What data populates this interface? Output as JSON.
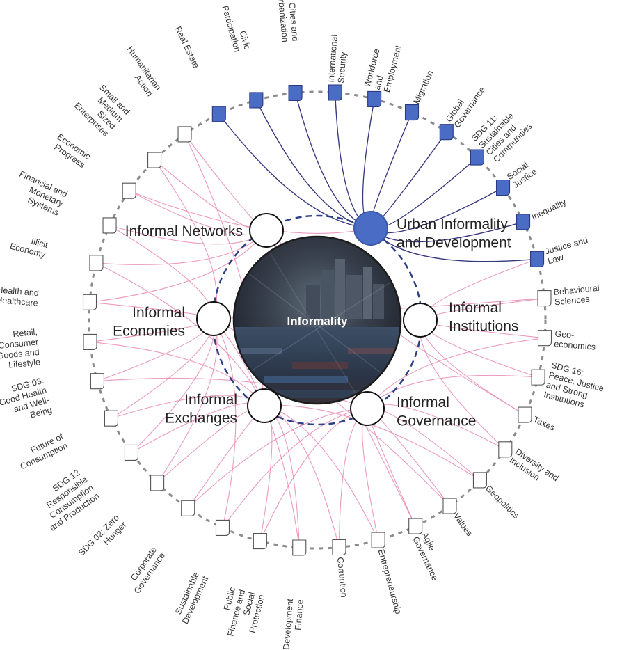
{
  "center": {
    "label": "Informality"
  },
  "colors": {
    "pink_link": "#e887b3",
    "navy_link": "#2b2e78",
    "blue_fill": "#4a6cc4",
    "ring_dash": "#8c8c8c",
    "inner_dash": "#2d3f85"
  },
  "inner_nodes": [
    {
      "id": "networks",
      "label": "Informal Networks",
      "lines": [
        "Informal Networks"
      ],
      "highlighted": false
    },
    {
      "id": "urban",
      "label": "Urban Informality and Development",
      "lines": [
        "Urban Informality",
        "and Development"
      ],
      "highlighted": true
    },
    {
      "id": "economies",
      "label": "Informal Economies",
      "lines": [
        "Informal",
        "Economies"
      ],
      "highlighted": false
    },
    {
      "id": "institutions",
      "label": "Informal Institutions",
      "lines": [
        "Informal",
        "Institutions"
      ],
      "highlighted": false
    },
    {
      "id": "exchanges",
      "label": "Informal Exchanges",
      "lines": [
        "Informal",
        "Exchanges"
      ],
      "highlighted": false
    },
    {
      "id": "governance",
      "label": "Informal Governance",
      "lines": [
        "Informal",
        "Governance"
      ],
      "highlighted": false
    }
  ],
  "outer_topics": [
    {
      "label": "Real Estate",
      "lines": [
        "Real Estate"
      ],
      "highlighted": true
    },
    {
      "label": "Civic Participation",
      "lines": [
        "Civic",
        "Participation"
      ],
      "highlighted": true
    },
    {
      "label": "Cities and Urbanization",
      "lines": [
        "Cities and",
        "Urbanization"
      ],
      "highlighted": true
    },
    {
      "label": "International Security",
      "lines": [
        "International",
        "Security"
      ],
      "highlighted": true
    },
    {
      "label": "Workforce and Employment",
      "lines": [
        "Workforce",
        "and",
        "Employment"
      ],
      "highlighted": true
    },
    {
      "label": "Migration",
      "lines": [
        "Migration"
      ],
      "highlighted": true
    },
    {
      "label": "Global Governance",
      "lines": [
        "Global",
        "Governance"
      ],
      "highlighted": true
    },
    {
      "label": "SDG 11: Sustainable Cities and Communities",
      "lines": [
        "SDG 11:",
        "Sustainable",
        "Cities and",
        "Communities"
      ],
      "highlighted": true
    },
    {
      "label": "Social Justice",
      "lines": [
        "Social",
        "Justice"
      ],
      "highlighted": true
    },
    {
      "label": "Inequality",
      "lines": [
        "Inequality"
      ],
      "highlighted": true
    },
    {
      "label": "Justice and Law",
      "lines": [
        "Justice and",
        "Law"
      ],
      "highlighted": true
    },
    {
      "label": "Behavioural Sciences",
      "lines": [
        "Behavioural",
        "Sciences"
      ],
      "highlighted": false
    },
    {
      "label": "Geo-economics",
      "lines": [
        "Geo-",
        "economics"
      ],
      "highlighted": false
    },
    {
      "label": "SDG 16: Peace, Justice and Strong Institutions",
      "lines": [
        "SDG 16:",
        "Peace, Justice",
        "and Strong",
        "Institutions"
      ],
      "highlighted": false
    },
    {
      "label": "Taxes",
      "lines": [
        "Taxes"
      ],
      "highlighted": false
    },
    {
      "label": "Diversity and Inclusion",
      "lines": [
        "Diversity and",
        "Inclusion"
      ],
      "highlighted": false
    },
    {
      "label": "Geopolitics",
      "lines": [
        "Geopolitics"
      ],
      "highlighted": false
    },
    {
      "label": "Values",
      "lines": [
        "Values"
      ],
      "highlighted": false
    },
    {
      "label": "Agile Governance",
      "lines": [
        "Agile",
        "Governance"
      ],
      "highlighted": false
    },
    {
      "label": "Entrepreneurship",
      "lines": [
        "Entrepreneurship"
      ],
      "highlighted": false
    },
    {
      "label": "Corruption",
      "lines": [
        "Corruption"
      ],
      "highlighted": false
    },
    {
      "label": "Development Finance",
      "lines": [
        "Development",
        "Finance"
      ],
      "highlighted": false
    },
    {
      "label": "Public Finance and Social Protection",
      "lines": [
        "Public",
        "Finance and",
        "Social",
        "Protection"
      ],
      "highlighted": false
    },
    {
      "label": "Sustainable Development",
      "lines": [
        "Sustainable",
        "Development"
      ],
      "highlighted": false
    },
    {
      "label": "Corporate Governance",
      "lines": [
        "Corporate",
        "Governance"
      ],
      "highlighted": false
    },
    {
      "label": "SDG 02: Zero Hunger",
      "lines": [
        "SDG 02: Zero",
        "Hunger"
      ],
      "highlighted": false
    },
    {
      "label": "SDG 12: Responsible Consumption and Production",
      "lines": [
        "SDG 12:",
        "Responsible",
        "Consumption",
        "and Production"
      ],
      "highlighted": false
    },
    {
      "label": "Future of Consumption",
      "lines": [
        "Future of",
        "Consumption"
      ],
      "highlighted": false
    },
    {
      "label": "SDG 03: Good Health and Well-Being",
      "lines": [
        "SDG 03:",
        "Good Health",
        "and Well-",
        "Being"
      ],
      "highlighted": false
    },
    {
      "label": "Retail, Consumer Goods and Lifestyle",
      "lines": [
        "Retail,",
        "Consumer",
        "Goods and",
        "Lifestyle"
      ],
      "highlighted": false
    },
    {
      "label": "Health and Healthcare",
      "lines": [
        "Health and",
        "Healthcare"
      ],
      "highlighted": false
    },
    {
      "label": "Illicit Economy",
      "lines": [
        "Illicit",
        "Economy"
      ],
      "highlighted": false
    },
    {
      "label": "Financial and Monetary Systems",
      "lines": [
        "Financial and",
        "Monetary",
        "Systems"
      ],
      "highlighted": false
    },
    {
      "label": "Economic Progress",
      "lines": [
        "Economic",
        "Progress"
      ],
      "highlighted": false
    },
    {
      "label": "Small and Medium Sized Enterprises",
      "lines": [
        "Small and",
        "Medium",
        "Sized",
        "Enterprises"
      ],
      "highlighted": false
    },
    {
      "label": "Humanitarian Action",
      "lines": [
        "Humanitarian",
        "Action"
      ],
      "highlighted": false
    }
  ]
}
